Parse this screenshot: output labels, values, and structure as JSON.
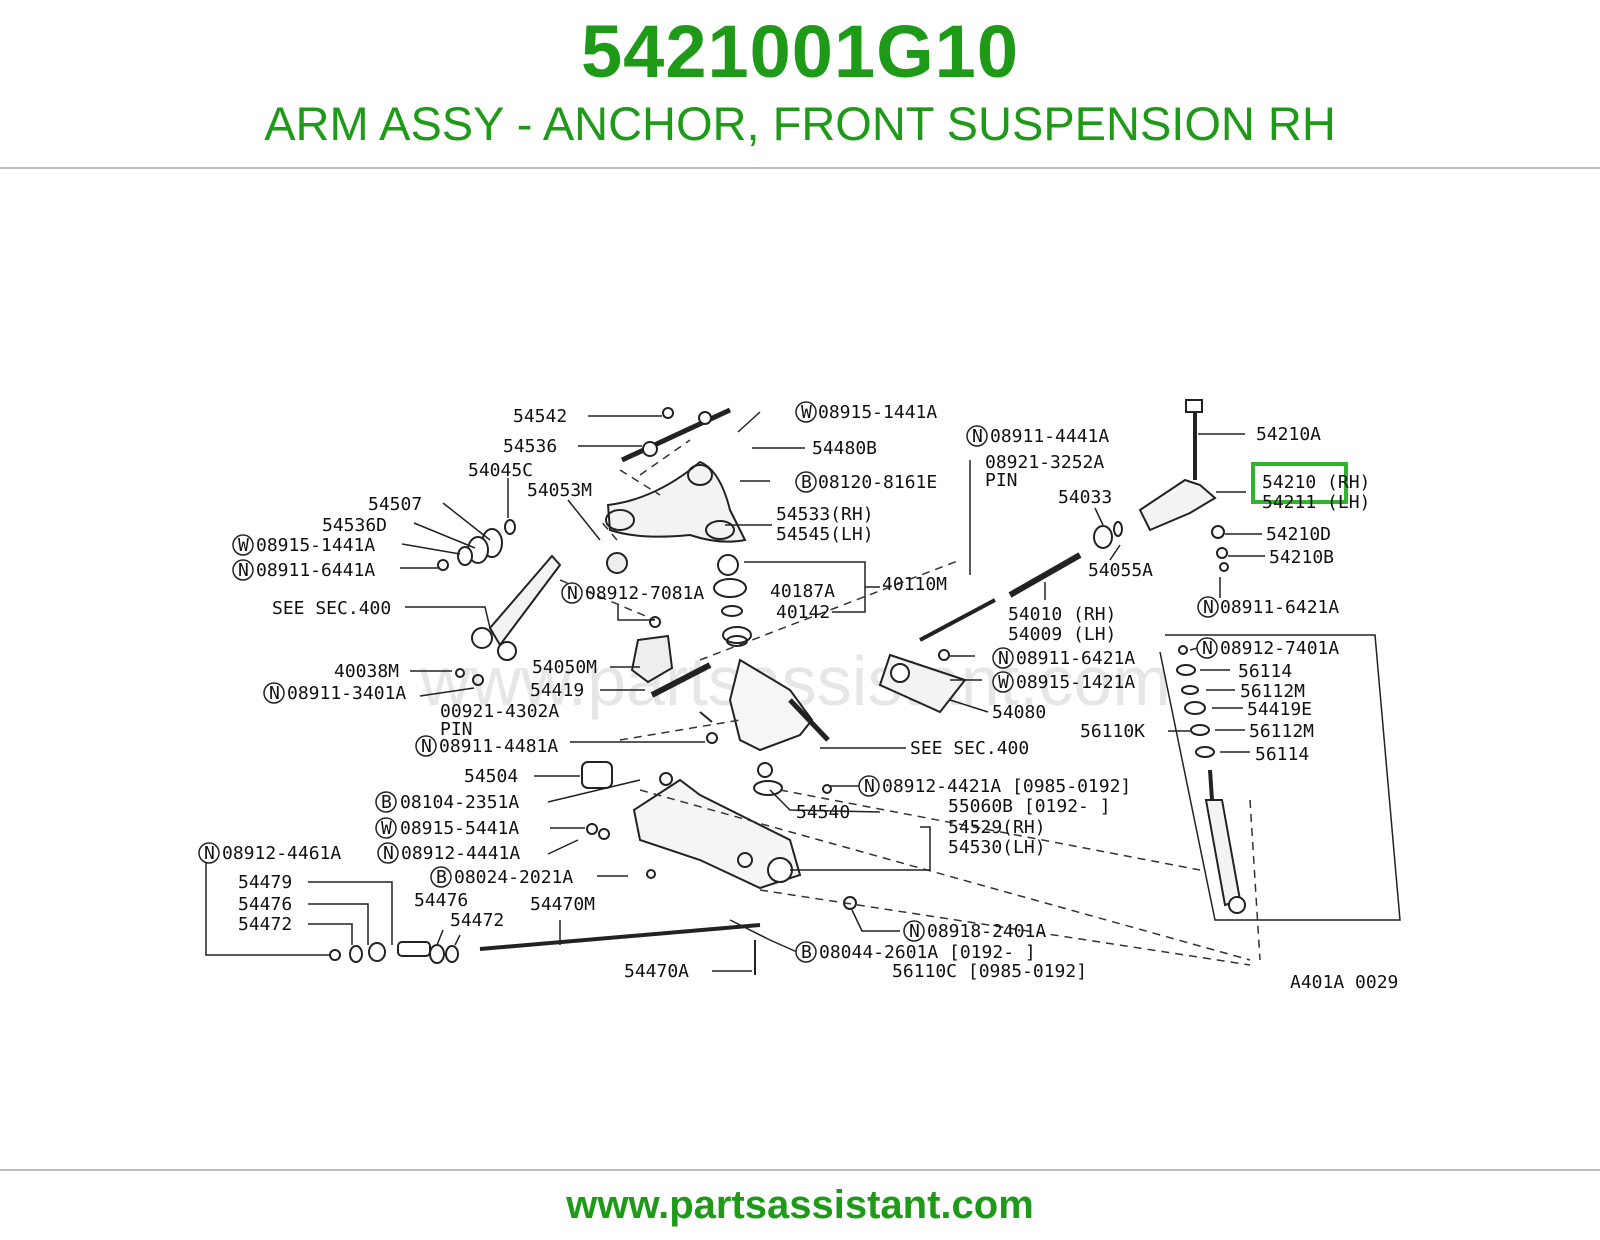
{
  "header": {
    "part_number": "5421001G10",
    "description": "ARM ASSY - ANCHOR, FRONT SUSPENSION RH"
  },
  "diagram": {
    "watermark": "www.partsassistant.com",
    "drawing_code": "A401A 0029",
    "highlight_color": "#2fb52a",
    "highlighted_part": "54210 (RH)",
    "labels": {
      "l54542": "54542",
      "l54536": "54536",
      "l54045c": "54045C",
      "l54053m": "54053M",
      "l54507": "54507",
      "l54536d": "54536D",
      "w08915_1441a_l": "08915-1441A",
      "n08911_6441a": "08911-6441A",
      "see400_a": "SEE SEC.400",
      "w08915_1441a_t": "08915-1441A",
      "l54480b": "54480B",
      "b08120_8161e": "08120-8161E",
      "l54533rh": "54533(RH)",
      "l54545lh": "54545(LH)",
      "n08912_7081a": "08912-7081A",
      "l40187a": "40187A",
      "l40142": "40142",
      "l40110m": "40110M",
      "n08911_4441a": "08911-4441A",
      "l08921_3252a": "08921-3252A",
      "pin1": "PIN",
      "l54033": "54033",
      "l54055a": "54055A",
      "l54010rh": "54010 (RH)",
      "l54009lh": "54009 (LH)",
      "l54210a": "54210A",
      "l54210rh": "54210 (RH)",
      "l54211lh": "54211 (LH)",
      "l54210d": "54210D",
      "l54210b": "54210B",
      "n08911_6421a_r": "08911-6421A",
      "l40038m": "40038M",
      "n08911_3401a": "08911-3401A",
      "l54050m": "54050M",
      "l54419": "54419",
      "l00921_4302a": "00921-4302A",
      "pin2": "PIN",
      "n08911_4481a": "08911-4481A",
      "n08911_6421a_m": "08911-6421A",
      "w08915_1421a": "08915-1421A",
      "l54080": "54080",
      "see400_b": "SEE SEC.400",
      "n08912_7401a": "08912-7401A",
      "l56114a": "56114",
      "l56112ma": "56112M",
      "l54419e": "54419E",
      "l56110k": "56110K",
      "l56112mb": "56112M",
      "l56114b": "56114",
      "l54504": "54504",
      "b08104_2351a": "08104-2351A",
      "w08915_5441a": "08915-5441A",
      "n08912_4461a": "08912-4461A",
      "n08912_4441a_l": "08912-4441A",
      "b08024_2021a": "08024-2021A",
      "n08912_4421a": "08912-4421A [0985-0192]",
      "l55060b": "55060B [0192-       ]",
      "l54540": "54540",
      "l54529rh": "54529(RH)",
      "l54530lh": "54530(LH)",
      "l54479": "54479",
      "l54476a": "54476",
      "l54472a": "54472",
      "l54476b": "54476",
      "l54472b": "54472",
      "l54470m": "54470M",
      "l54470a": "54470A",
      "n08918_2401a": "08918-2401A",
      "b08044_2601a": "08044-2601A [0192-       ]",
      "l56110c": "56110C [0985-0192]"
    },
    "symbols": {
      "nut": "N",
      "washer": "W",
      "bolt": "B"
    }
  },
  "footer": {
    "website": "www.partsassistant.com"
  }
}
